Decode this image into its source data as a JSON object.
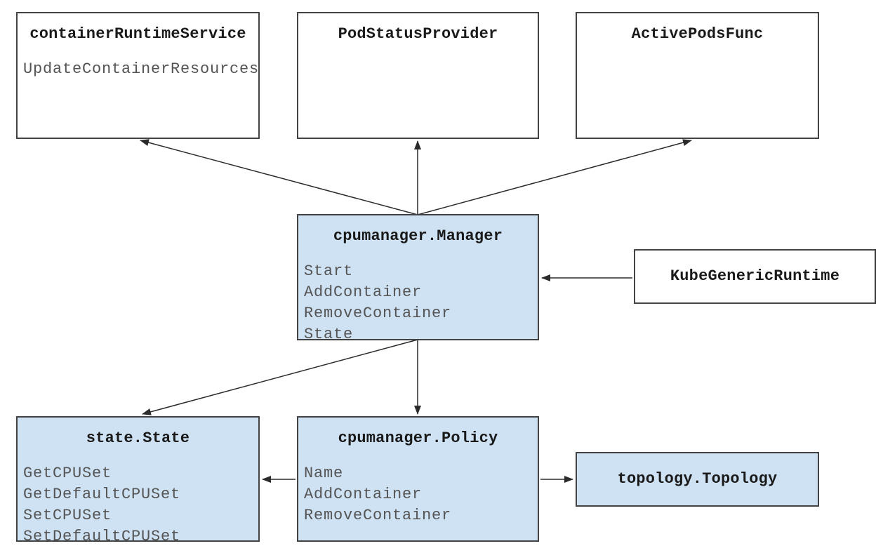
{
  "diagram": {
    "nodes": [
      {
        "title": "containerRuntimeService",
        "methods": [
          "UpdateContainerResources"
        ],
        "highlighted": false
      },
      {
        "title": "PodStatusProvider",
        "methods": [],
        "highlighted": false
      },
      {
        "title": "ActivePodsFunc",
        "methods": [],
        "highlighted": false
      },
      {
        "title": "cpumanager.Manager",
        "methods": [
          "Start",
          "AddContainer",
          "RemoveContainer",
          "State"
        ],
        "highlighted": true
      },
      {
        "title": "KubeGenericRuntime",
        "methods": [],
        "highlighted": false
      },
      {
        "title": "state.State",
        "methods": [
          "GetCPUSet",
          "GetDefaultCPUSet",
          "SetCPUSet",
          "SetDefaultCPUSet"
        ],
        "highlighted": true
      },
      {
        "title": "cpumanager.Policy",
        "methods": [
          "Name",
          "AddContainer",
          "RemoveContainer"
        ],
        "highlighted": true
      },
      {
        "title": "topology.Topology",
        "methods": [],
        "highlighted": true
      }
    ],
    "edges": [
      {
        "from": "cpumanager.Manager",
        "to": "containerRuntimeService"
      },
      {
        "from": "cpumanager.Manager",
        "to": "PodStatusProvider"
      },
      {
        "from": "cpumanager.Manager",
        "to": "ActivePodsFunc"
      },
      {
        "from": "KubeGenericRuntime",
        "to": "cpumanager.Manager"
      },
      {
        "from": "cpumanager.Manager",
        "to": "state.State"
      },
      {
        "from": "cpumanager.Manager",
        "to": "cpumanager.Policy"
      },
      {
        "from": "cpumanager.Policy",
        "to": "state.State"
      },
      {
        "from": "cpumanager.Policy",
        "to": "topology.Topology"
      }
    ],
    "colors": {
      "highlight_fill": "#cfe2f3",
      "plain_fill": "#ffffff",
      "border": "#434343",
      "arrow": "#2b2b2b",
      "title_text": "#1a1a1a",
      "method_text": "#545454"
    }
  }
}
